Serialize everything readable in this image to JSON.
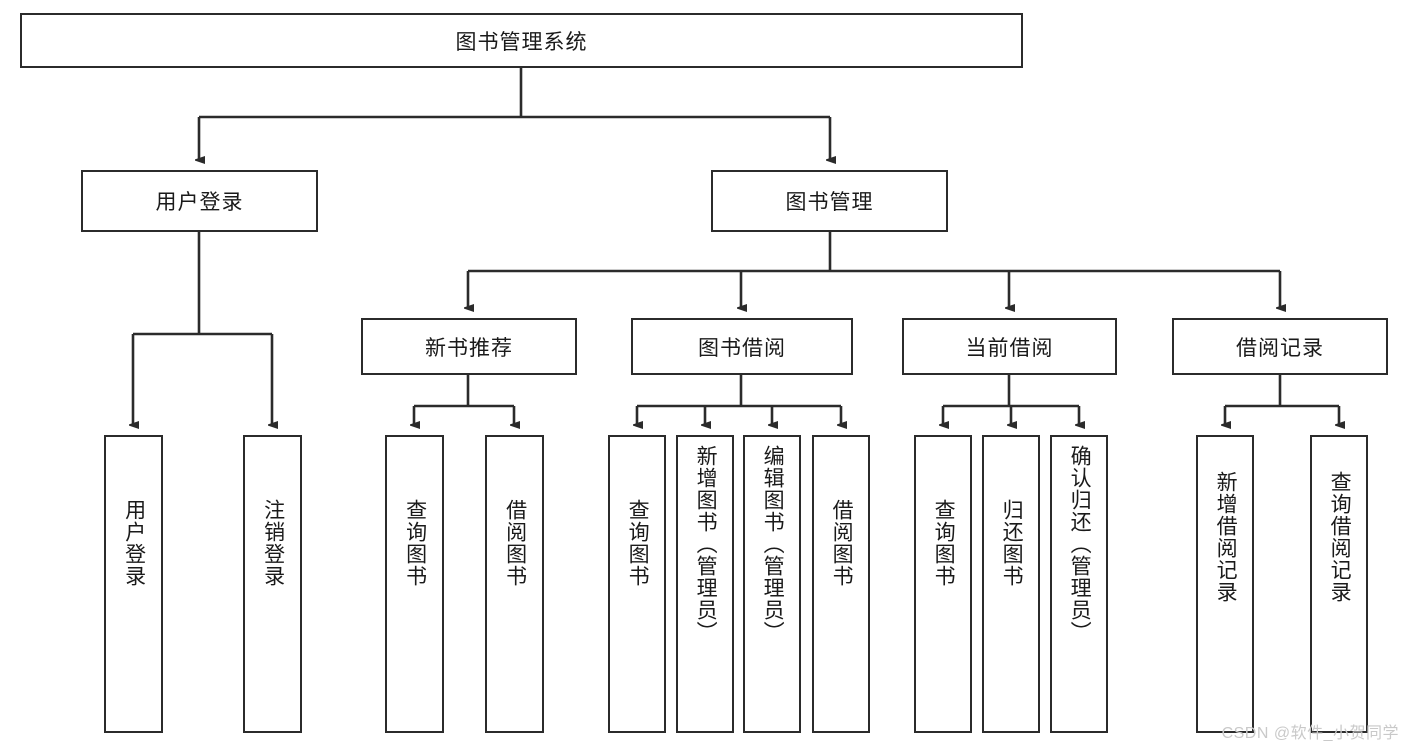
{
  "diagram": {
    "title": "图书管理系统",
    "type": "tree",
    "watermark": "CSDN @软件_小贺同学",
    "colors": {
      "stroke": "#2b2b2b",
      "fill": "#ffffff",
      "text": "#1a1a1a",
      "watermark": "#c9c9c9"
    },
    "root": {
      "label": "图书管理系统"
    },
    "level1": [
      {
        "label": "用户登录"
      },
      {
        "label": "图书管理"
      }
    ],
    "level2": [
      {
        "label": "新书推荐"
      },
      {
        "label": "图书借阅"
      },
      {
        "label": "当前借阅"
      },
      {
        "label": "借阅记录"
      }
    ],
    "leaves": {
      "user_login": [
        {
          "label": "用户登录"
        },
        {
          "label": "注销登录"
        }
      ],
      "new_book": [
        {
          "label": "查询图书"
        },
        {
          "label": "借阅图书"
        }
      ],
      "book_borrow": [
        {
          "label": "查询图书"
        },
        {
          "label": "新增图书（管理员）"
        },
        {
          "label": "编辑图书（管理员）"
        },
        {
          "label": "借阅图书"
        }
      ],
      "current_borrow": [
        {
          "label": "查询图书"
        },
        {
          "label": "归还图书"
        },
        {
          "label": "确认归还（管理员）"
        }
      ],
      "borrow_record": [
        {
          "label": "新增借阅记录"
        },
        {
          "label": "查询借阅记录"
        }
      ]
    }
  }
}
